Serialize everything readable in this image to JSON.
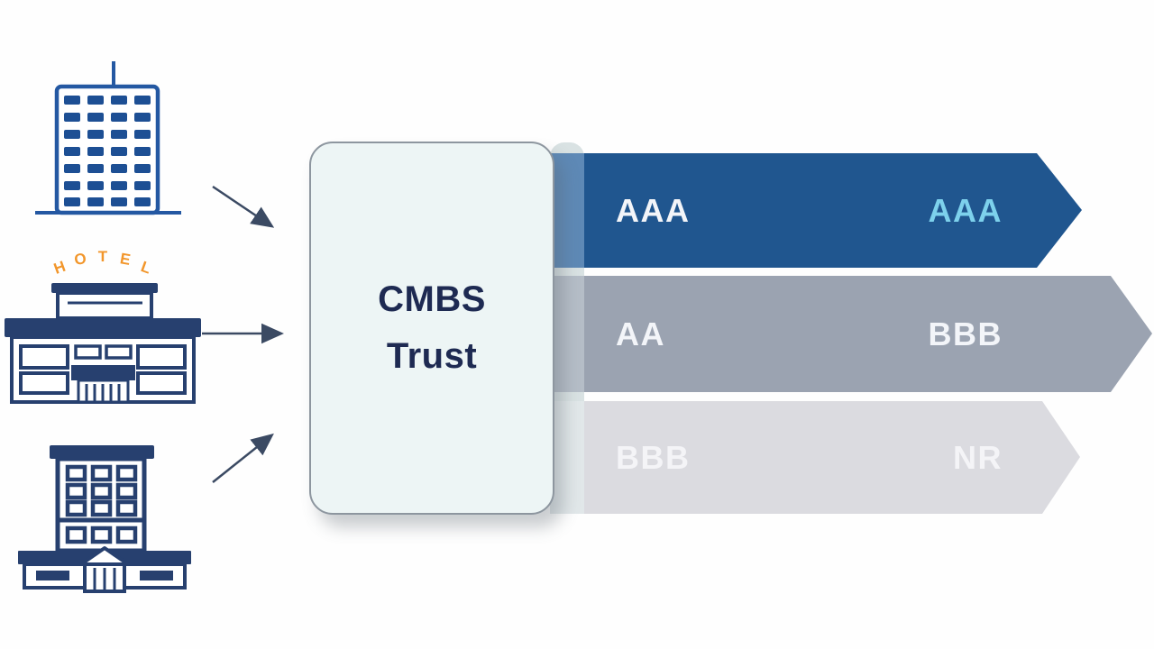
{
  "diagram": {
    "background_color": "#ffffff",
    "trust_box": {
      "line1": "CMBS",
      "line2": "Trust",
      "fill_color": "#edf5f5",
      "border_color": "#8d969f",
      "text_color": "#1e2a52",
      "spine_color": "#d9e2e3"
    },
    "sources": [
      {
        "label": "office-building"
      },
      {
        "label": "hotel",
        "sign": "HOTEL",
        "sign_color": "#f2962b"
      },
      {
        "label": "apartment-building"
      }
    ],
    "icon_colors": {
      "office_building_stroke": "#2458a2",
      "office_building_windows": "#1d4f94",
      "hotel_and_apartment_navy": "#27406f",
      "hotel_sign_orange": "#f2962b"
    },
    "arrow_color": "#3b4a63",
    "tranches": [
      {
        "left_rating": "AAA",
        "right_rating": "AAA",
        "band_color": "#20568f",
        "bevel_color": "#5e89b6",
        "left_text_color": "#f3f5f9",
        "right_text_color": "#7dd1ec"
      },
      {
        "left_rating": "AA",
        "right_rating": "BBB",
        "band_color": "#9ba3b1",
        "bevel_color": "#b5bdc7",
        "left_text_color": "#f3f5f9",
        "right_text_color": "#f3f5f9"
      },
      {
        "left_rating": "BBB",
        "right_rating": "NR",
        "band_color": "#dbdbe0",
        "bevel_color": "#e1e7e9",
        "left_text_color": "#f4f4f7",
        "right_text_color": "#f4f4f7"
      }
    ]
  }
}
